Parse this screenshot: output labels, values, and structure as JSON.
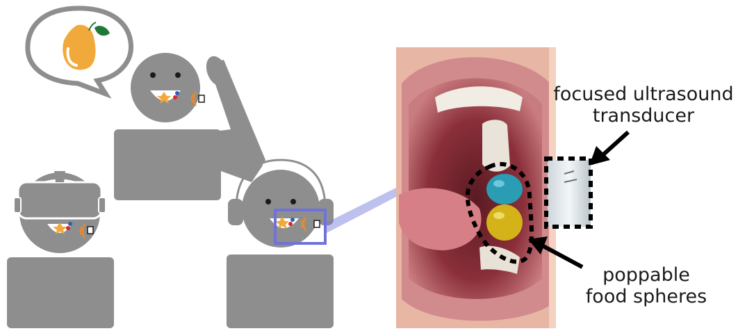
{
  "labels": {
    "transducer": [
      "focused ultrasound",
      "transducer"
    ],
    "spheres": [
      "poppable",
      "food spheres"
    ]
  },
  "colors": {
    "figure_gray": "#8e8e8e",
    "mango_orange": "#f2a93b",
    "leaf_green": "#1f7a35",
    "ultrasound_orange": "#f08a24",
    "callout_blue": "#6f73d9",
    "sphere_red": "#d62828",
    "sphere_blue": "#2a5fb8",
    "dashed_outline": "#000000"
  },
  "icons": [
    "speech-bubble-icon",
    "mango-icon",
    "vr-headset-icon",
    "headphones-icon",
    "ultrasound-wave-icon",
    "transducer-icon",
    "food-sphere-icon"
  ]
}
